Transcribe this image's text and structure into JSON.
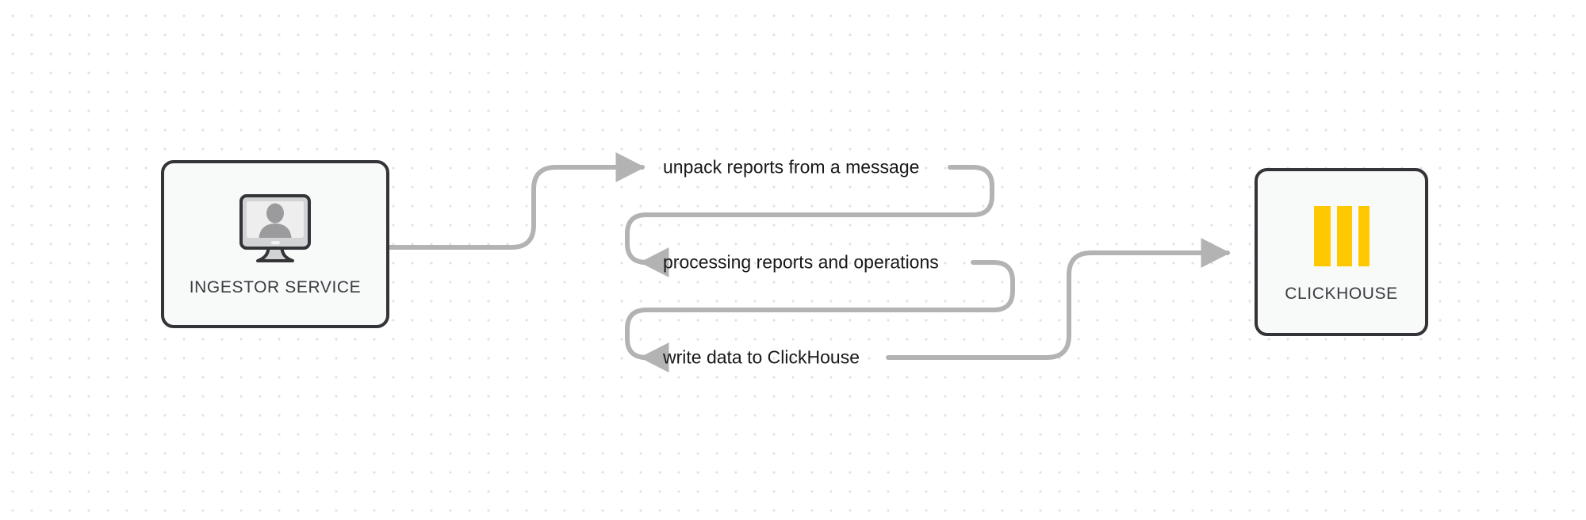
{
  "diagram": {
    "title": "Ingestor Service to ClickHouse flow",
    "background_color": "#ffffff",
    "dot_grid_color": "#e2e2e4",
    "edge_color": "#b3b3b3",
    "node_border_color": "#333338",
    "node_fill_color": "#f8f9f9",
    "accent_color": "#ffc800"
  },
  "nodes": [
    {
      "id": "ingestor-service",
      "label": "INGESTOR SERVICE",
      "icon": "monitor-user-icon"
    },
    {
      "id": "clickhouse",
      "label": "CLICKHOUSE",
      "icon": "clickhouse-bars-icon"
    }
  ],
  "edges": [
    {
      "id": "edge-1",
      "label": "unpack reports from a message",
      "from": "ingestor-service",
      "to": "edge-2"
    },
    {
      "id": "edge-2",
      "label": "processing reports and operations",
      "from": "edge-1",
      "to": "edge-3"
    },
    {
      "id": "edge-3",
      "label": "write data to ClickHouse",
      "from": "edge-2",
      "to": "clickhouse"
    }
  ]
}
